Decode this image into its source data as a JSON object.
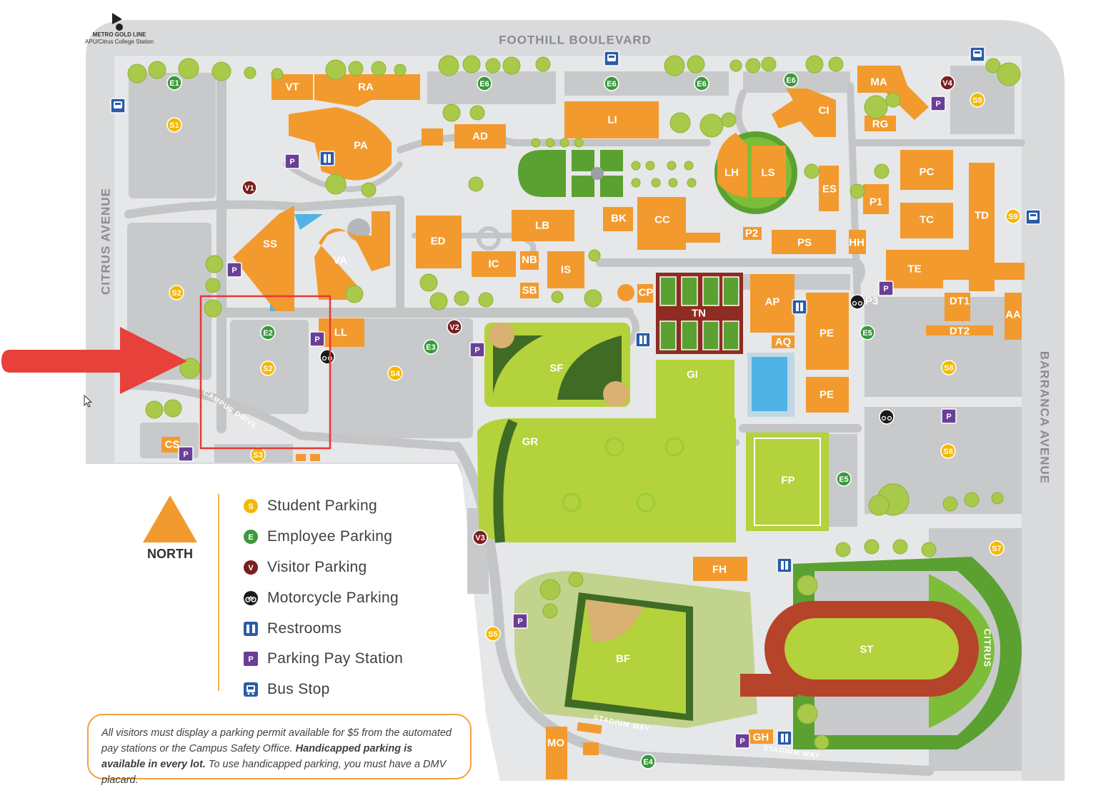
{
  "streets": {
    "north": "FOOTHILL BOULEVARD",
    "west": "CITRUS AVENUE",
    "east": "BARRANCA AVENUE",
    "campus_drive": "CAMPUS DRIVE",
    "stadium_way_1": "STADIUM WAY",
    "stadium_way_2": "STADIUM WAY",
    "citrus_stadium": "CITRUS"
  },
  "metro": {
    "line1": "METRO GOLD LINE",
    "line2": "APU/Citrus College Station"
  },
  "buildings": {
    "VT": "VT",
    "RA": "RA",
    "PA": "PA",
    "AD": "AD",
    "LI": "LI",
    "MA": "MA",
    "CI": "CI",
    "RG": "RG",
    "LH": "LH",
    "LS": "LS",
    "ES": "ES",
    "P1": "P1",
    "PC": "PC",
    "TC": "TC",
    "TD": "TD",
    "SS": "SS",
    "VA": "VA",
    "ED": "ED",
    "LB": "LB",
    "BK": "BK",
    "CC": "CC",
    "IC": "IC",
    "NB": "NB",
    "IS": "IS",
    "SB": "SB",
    "P2": "P2",
    "PS": "PS",
    "HH": "HH",
    "TE": "TE",
    "CP": "CP",
    "TN": "TN",
    "AP": "AP",
    "AQ": "AQ",
    "PE1": "PE",
    "PE2": "PE",
    "P3": "P3",
    "DT1": "DT1",
    "DT2": "DT2",
    "AA": "AA",
    "LL": "LL",
    "SF": "SF",
    "GI": "GI",
    "GR": "GR",
    "FP": "FP",
    "CS": "CS",
    "FH": "FH",
    "BF": "BF",
    "ST": "ST",
    "GH": "GH",
    "MO": "MO"
  },
  "parking_badges": {
    "student": [
      "S1",
      "S2",
      "S2",
      "S3",
      "S4",
      "S5",
      "S7",
      "S8",
      "S8",
      "S9",
      "S9"
    ],
    "employee": [
      "E1",
      "E2",
      "E3",
      "E4",
      "E5",
      "E5",
      "E6",
      "E6",
      "E6",
      "E6"
    ],
    "visitor": [
      "V1",
      "V2",
      "V3",
      "V4"
    ]
  },
  "legend": {
    "north": "NORTH",
    "items": [
      {
        "icon": "student-parking-icon",
        "badge": "S",
        "label": "Student Parking",
        "color": "#f5b800"
      },
      {
        "icon": "employee-parking-icon",
        "badge": "E",
        "label": "Employee Parking",
        "color": "#3a9a3c"
      },
      {
        "icon": "visitor-parking-icon",
        "badge": "V",
        "label": "Visitor Parking",
        "color": "#7a1f1f"
      },
      {
        "icon": "motorcycle-parking-icon",
        "badge": "",
        "label": "Motorcycle Parking",
        "color": "#1a1a1a"
      },
      {
        "icon": "restroom-icon",
        "badge": "",
        "label": "Restrooms",
        "color": "#2a5ca8"
      },
      {
        "icon": "pay-station-icon",
        "badge": "P",
        "label": "Parking Pay Station",
        "color": "#6a3f96"
      },
      {
        "icon": "bus-stop-icon",
        "badge": "",
        "label": "Bus Stop",
        "color": "#2a5ca8"
      }
    ]
  },
  "notice": {
    "part1": "All visitors must display a parking permit available for $5 from the automated pay stations or the Campus Safety Office. ",
    "part2": "Handicapped parking is available in every lot.",
    "part3": " To use handicapped parking, you must have a DMV placard."
  },
  "colors": {
    "building": "#f29a2e",
    "lot": "#c8c9cb",
    "grass": "#b3d23c",
    "dark_grass": "#4f7a2b",
    "track": "#b5442a",
    "highlight_box": "#e53935",
    "arrow": "#e8403a"
  }
}
